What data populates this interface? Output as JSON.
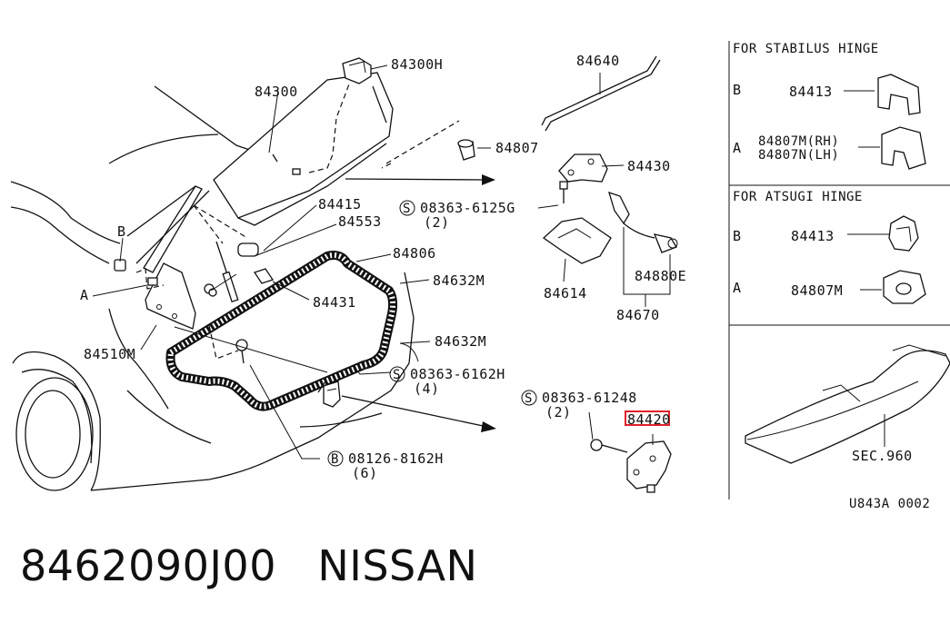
{
  "diagram": {
    "parts": {
      "p84300H": "84300H",
      "p84300": "84300",
      "p84640": "84640",
      "p84807": "84807",
      "p84430": "84430",
      "p84415": "84415",
      "p84553": "84553",
      "p84806": "84806",
      "p84632M_a": "84632M",
      "p84632M_b": "84632M",
      "p84431": "84431",
      "p84510M": "84510M",
      "p84614": "84614",
      "p84880E": "84880E",
      "p84670": "84670",
      "p84420": "84420",
      "sec960": "SEC.960"
    },
    "fasteners": {
      "s1_code": "08363-6125G",
      "s1_qty": "(2)",
      "s2_code": "08363-6162H",
      "s2_qty": "(4)",
      "s3_code": "08363-61248",
      "s3_qty": "(2)",
      "b1_code": "08126-8162H",
      "b1_qty": "(6)",
      "s_symbol": "S",
      "b_symbol": "B"
    },
    "callouts": {
      "a": "A",
      "b": "B"
    },
    "stabilus": {
      "title": "FOR STABILUS HINGE",
      "row_b_letter": "B",
      "row_b_part": "84413",
      "row_a_letter": "A",
      "row_a_part_rh": "84807M(RH)",
      "row_a_part_lh": "84807N(LH)"
    },
    "atsugi": {
      "title": "FOR ATSUGI HINGE",
      "row_b_letter": "B",
      "row_b_part": "84413",
      "row_a_letter": "A",
      "row_a_part": "84807M"
    },
    "drawing_code": "U843A 0002",
    "highlight_color": "#e0202a"
  },
  "footer": {
    "part_number": "8462090J00",
    "brand": "NISSAN"
  }
}
